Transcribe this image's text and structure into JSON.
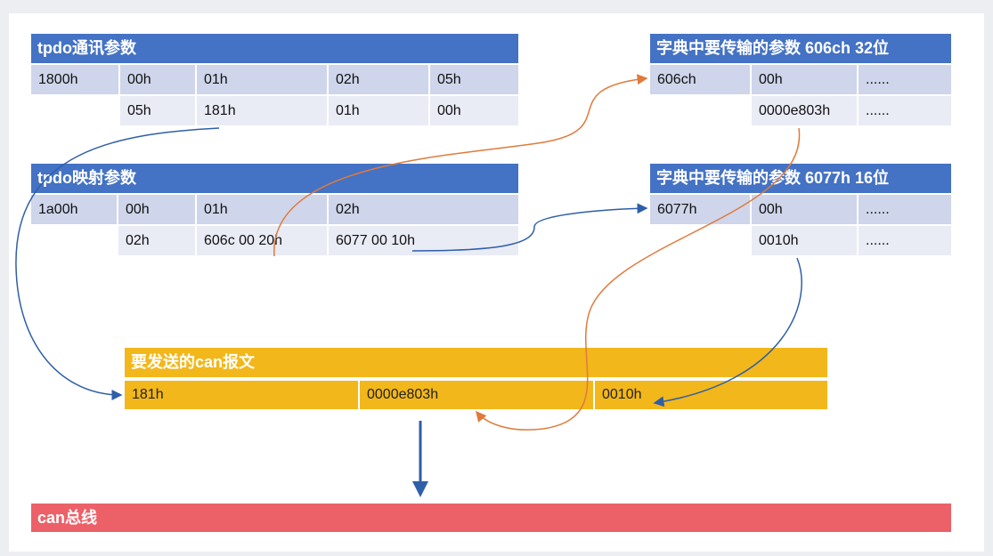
{
  "colors": {
    "header_blue": "#4472c4",
    "cell_dark": "#cfd5ea",
    "cell_light": "#e9ebf5",
    "can_yellow": "#f2b71b",
    "bus_red": "#ec6168",
    "arrow_blue": "#2e5fa8",
    "arrow_orange": "#e07a3c"
  },
  "tpdo_comm": {
    "title": "tpdo通讯参数",
    "rows": [
      [
        "1800h",
        "00h",
        "01h",
        "02h",
        "05h"
      ],
      [
        "",
        "05h",
        "181h",
        "01h",
        "00h"
      ]
    ]
  },
  "tpdo_map": {
    "title": "tpdo映射参数",
    "rows": [
      [
        "1a00h",
        "00h",
        "01h",
        "02h"
      ],
      [
        "",
        "02h",
        "606c 00 20h",
        "6077 00 10h"
      ]
    ]
  },
  "dict_606c": {
    "title": "字典中要传输的参数 606ch  32位",
    "rows": [
      [
        "606ch",
        "00h",
        "......"
      ],
      [
        "",
        "0000e803h",
        "......"
      ]
    ]
  },
  "dict_6077": {
    "title": "字典中要传输的参数 6077h  16位",
    "rows": [
      [
        "6077h",
        "00h",
        "......"
      ],
      [
        "",
        "0010h",
        "......"
      ]
    ]
  },
  "can_msg": {
    "title": "要发送的can报文",
    "cells": [
      "181h",
      "0000e803h",
      "0010h"
    ]
  },
  "bus": {
    "label": "can总线"
  },
  "arrows": [
    {
      "name": "arrow-cobid-to-can",
      "color": "blue"
    },
    {
      "name": "arrow-map606c-to-dict",
      "color": "orange"
    },
    {
      "name": "arrow-map6077-to-dict",
      "color": "blue"
    },
    {
      "name": "arrow-dict606c-to-can",
      "color": "orange"
    },
    {
      "name": "arrow-dict6077-to-can",
      "color": "blue"
    },
    {
      "name": "arrow-can-to-bus",
      "color": "blue"
    }
  ]
}
